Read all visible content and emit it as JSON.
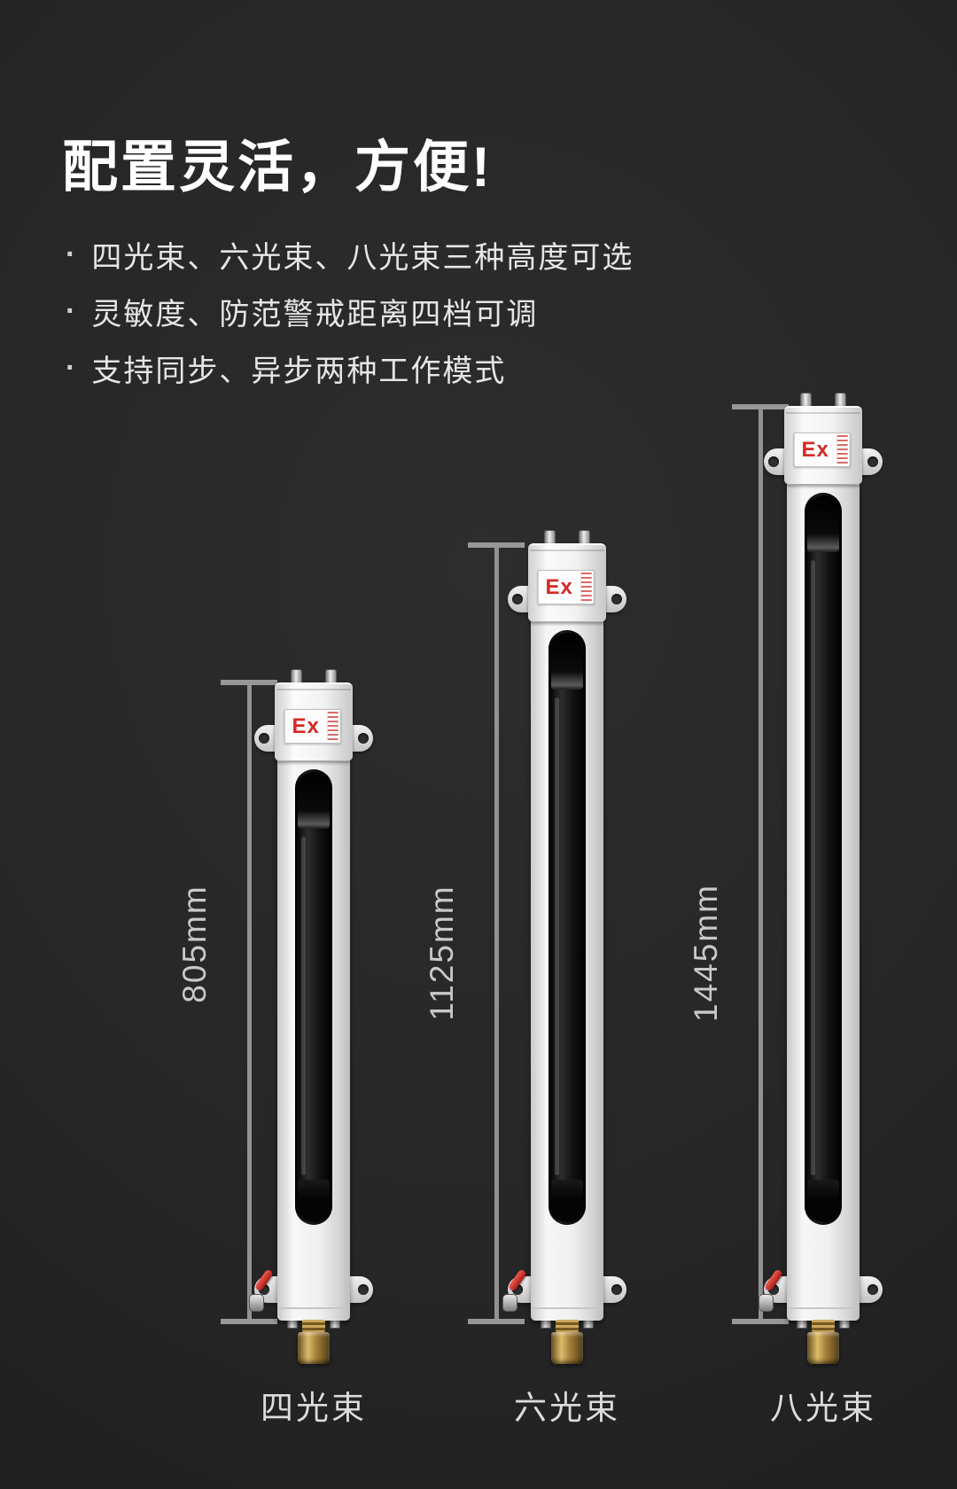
{
  "colors": {
    "background": "#262626",
    "title_text": "#ffffff",
    "feature_text": "#e6e6e6",
    "dimension_gray": "#979797",
    "dimension_text": "#c9c9c9",
    "device_body": "#f0f0f0",
    "ex_red": "#d42a24",
    "brass_gold": "#a5813a",
    "label_text": "#dcdcdc"
  },
  "header": {
    "title": "配置灵活，方便!"
  },
  "features": {
    "marker": "·",
    "items": [
      "四光束、六光束、八光束三种高度可选",
      "灵敏度、防范警戒距离四档可调",
      "支持同步、异步两种工作模式"
    ]
  },
  "devices": [
    {
      "name": "四光束",
      "height_label": "805mm",
      "ex_mark": "Ex"
    },
    {
      "name": "六光束",
      "height_label": "1125mm",
      "ex_mark": "Ex"
    },
    {
      "name": "八光束",
      "height_label": "1445mm",
      "ex_mark": "Ex"
    }
  ]
}
